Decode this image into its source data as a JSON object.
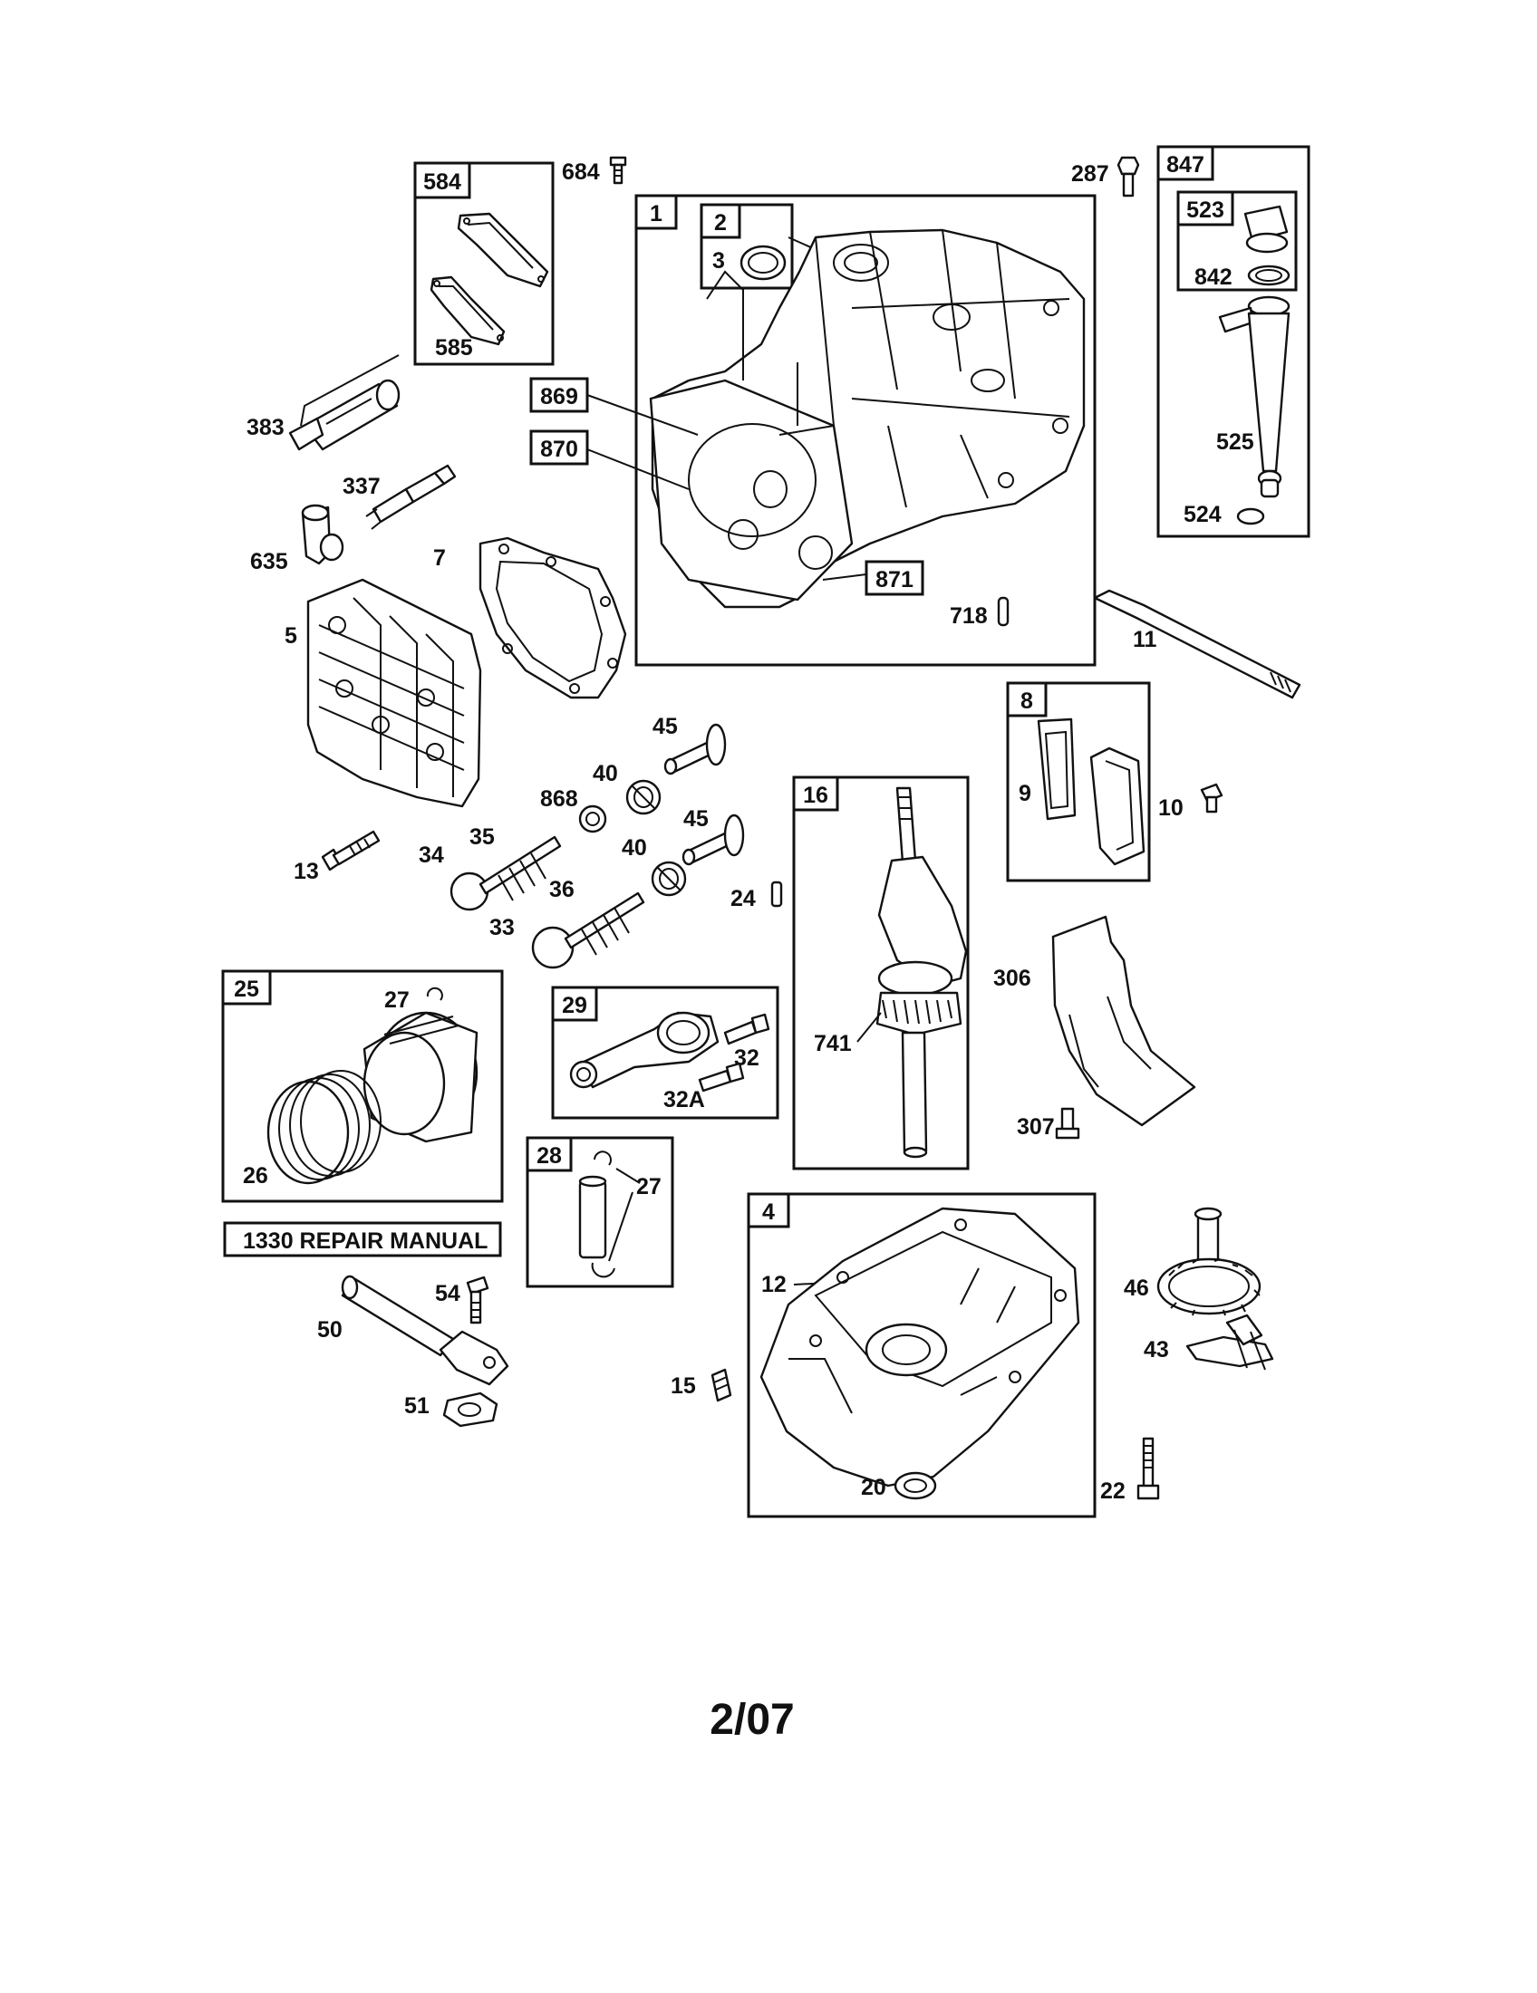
{
  "labels": {
    "b584": "584",
    "b585": "585",
    "b684": "684",
    "b1": "1",
    "b2": "2",
    "b3": "3",
    "b869": "869",
    "b870": "870",
    "b871": "871",
    "b718": "718",
    "b287": "287",
    "b847": "847",
    "b523": "523",
    "b842": "842",
    "b525": "525",
    "b524": "524",
    "b383": "383",
    "b337": "337",
    "b635": "635",
    "b7": "7",
    "b5": "5",
    "b11": "11",
    "b45a": "45",
    "b40a": "40",
    "b868": "868",
    "b45b": "45",
    "b40b": "40",
    "b8": "8",
    "b9": "9",
    "b10": "10",
    "b13": "13",
    "b34": "34",
    "b35": "35",
    "b36": "36",
    "b33": "33",
    "b24": "24",
    "b16": "16",
    "b741": "741",
    "b306": "306",
    "b307": "307",
    "b25": "25",
    "b27a": "27",
    "b26": "26",
    "b29": "29",
    "b32": "32",
    "b32a": "32A",
    "b28": "28",
    "b27b": "27",
    "b4": "4",
    "b12": "12",
    "b15": "15",
    "b20": "20",
    "b46": "46",
    "b43": "43",
    "b22": "22",
    "b54": "54",
    "b50": "50",
    "b51": "51"
  },
  "manual_label": "1330 REPAIR MANUAL",
  "date_code": "2/07"
}
